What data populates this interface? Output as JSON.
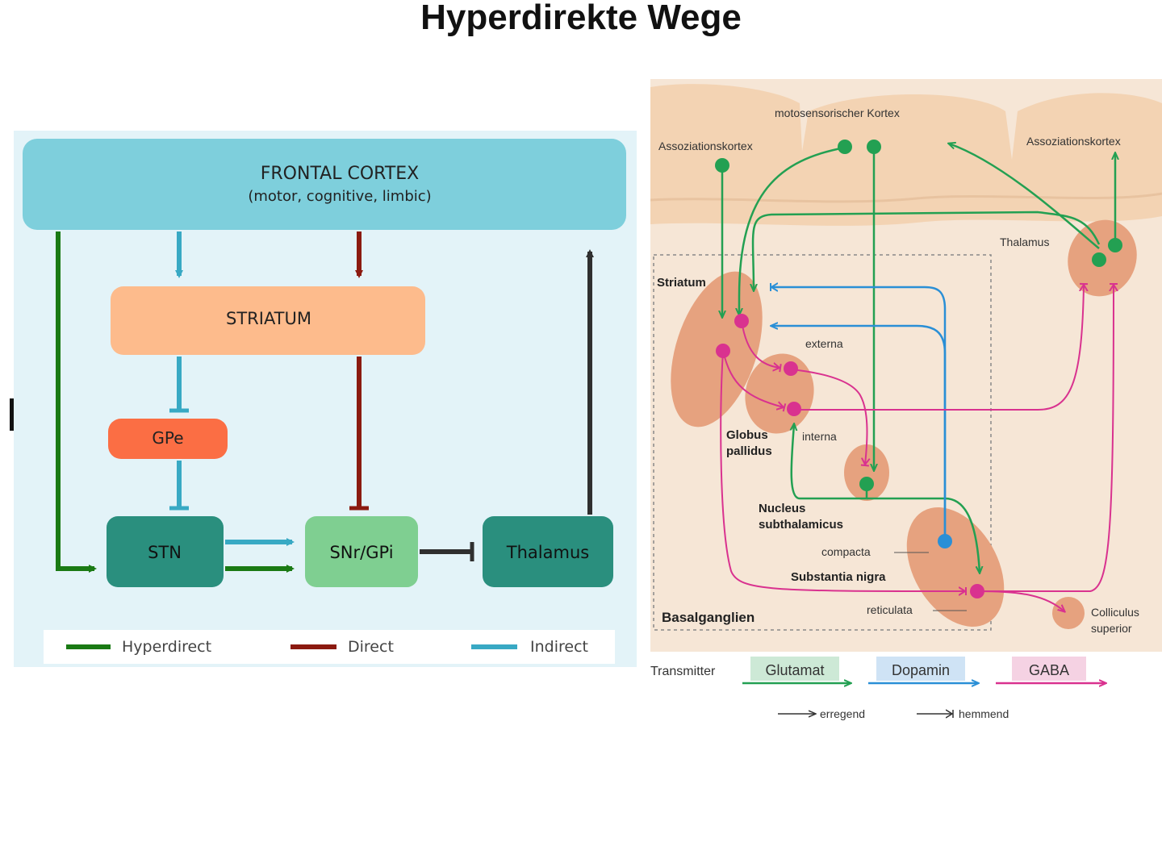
{
  "slide": {
    "title": "Hyperdirekte Wege",
    "nav_prev_icon": "skip-previous-icon",
    "nav_next_icon": "skip-next-icon"
  },
  "left_diagram": {
    "cortex_title": "FRONTAL CORTEX",
    "cortex_subtitle": "(motor, cognitive, limbic)",
    "striatum": "STRIATUM",
    "gpe": "GPe",
    "stn": "STN",
    "snr_gpi": "SNr/GPi",
    "thalamus": "Thalamus",
    "legend": {
      "hyperdirect": "Hyperdirect",
      "direct": "Direct",
      "indirect": "Indirect"
    },
    "colors": {
      "background": "#e3f3f8",
      "cortex": "#7ecfdc",
      "striatum": "#fdbb8c",
      "gpe": "#fb6e44",
      "stn": "#2a8f7e",
      "snr_gpi": "#7fcf91",
      "thalamus": "#2a8f7e",
      "hyperdirect": "#1a7a14",
      "direct": "#8b1a10",
      "indirect": "#38a9c4",
      "thalamus_output": "#2f2f2f"
    }
  },
  "right_diagram": {
    "motor_cortex": "motosensorischer Kortex",
    "assoc_left": "Assoziationskortex",
    "assoc_right": "Assoziationskortex",
    "thalamus": "Thalamus",
    "striatum": "Striatum",
    "externa": "externa",
    "globus_line1": "Globus",
    "globus_line2": "pallidus",
    "interna": "interna",
    "nucleus_line1": "Nucleus",
    "nucleus_line2": "subthalamicus",
    "compacta": "compacta",
    "substantia_nigra": "Substantia nigra",
    "reticulata": "reticulata",
    "basalganglien": "Basalganglien",
    "colliculus_line1": "Colliculus",
    "colliculus_line2": "superior",
    "transmitter": "Transmitter",
    "glutamat": "Glutamat",
    "dopamin": "Dopamin",
    "gaba": "GABA",
    "erregend": "erregend",
    "hemmend": "hemmend",
    "colors": {
      "glutamat": "#23a052",
      "dopamin": "#2a8fd6",
      "gaba": "#d9328f",
      "cortex": "#f3d3b3",
      "nucleus": "#e6a27f"
    }
  }
}
